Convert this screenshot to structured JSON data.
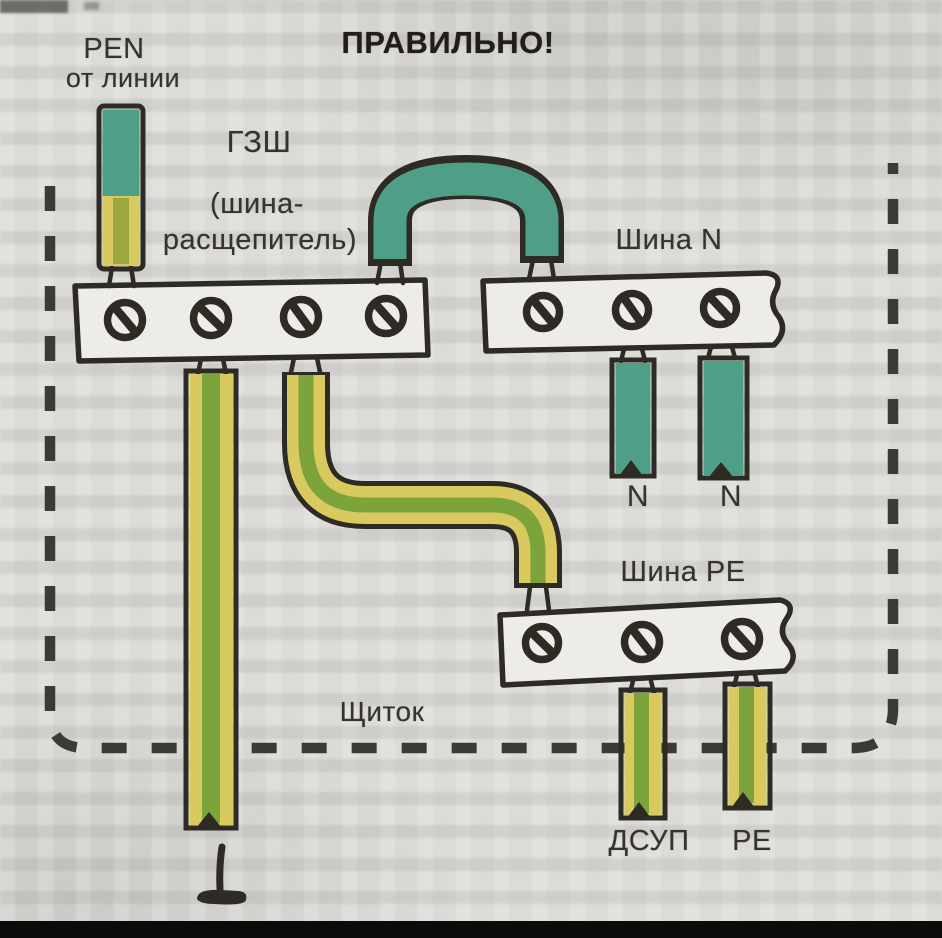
{
  "title": "ПРАВИЛЬНО!",
  "labels": {
    "pen": {
      "line1": "PEN",
      "line2": "от линии"
    },
    "gzsh": {
      "line1": "ГЗШ",
      "line2": "(шина-",
      "line3": "расщепитель)"
    },
    "bus_n": "Шина N",
    "bus_pe": "Шина PE",
    "panel": "Щиток",
    "n_out_1": "N",
    "n_out_2": "N",
    "dsup_out": "ДСУП",
    "pe_out": "PE"
  },
  "diagram_notes": {
    "gzsh_bus_screws": 4,
    "n_bus_screws": 3,
    "pe_bus_screws": 3
  },
  "colors": {
    "paper": "#dcdbd8",
    "ink": "#2d2b24",
    "teal": "#4f9e87",
    "yellow": "#d8ca5e",
    "stripe": "#7da33b",
    "olive": "#9aa83f",
    "busfill": "#edece8",
    "dash": "#3c3a34",
    "bar": "#0b0b0b",
    "label": "#35332c",
    "title": "#211e18"
  }
}
